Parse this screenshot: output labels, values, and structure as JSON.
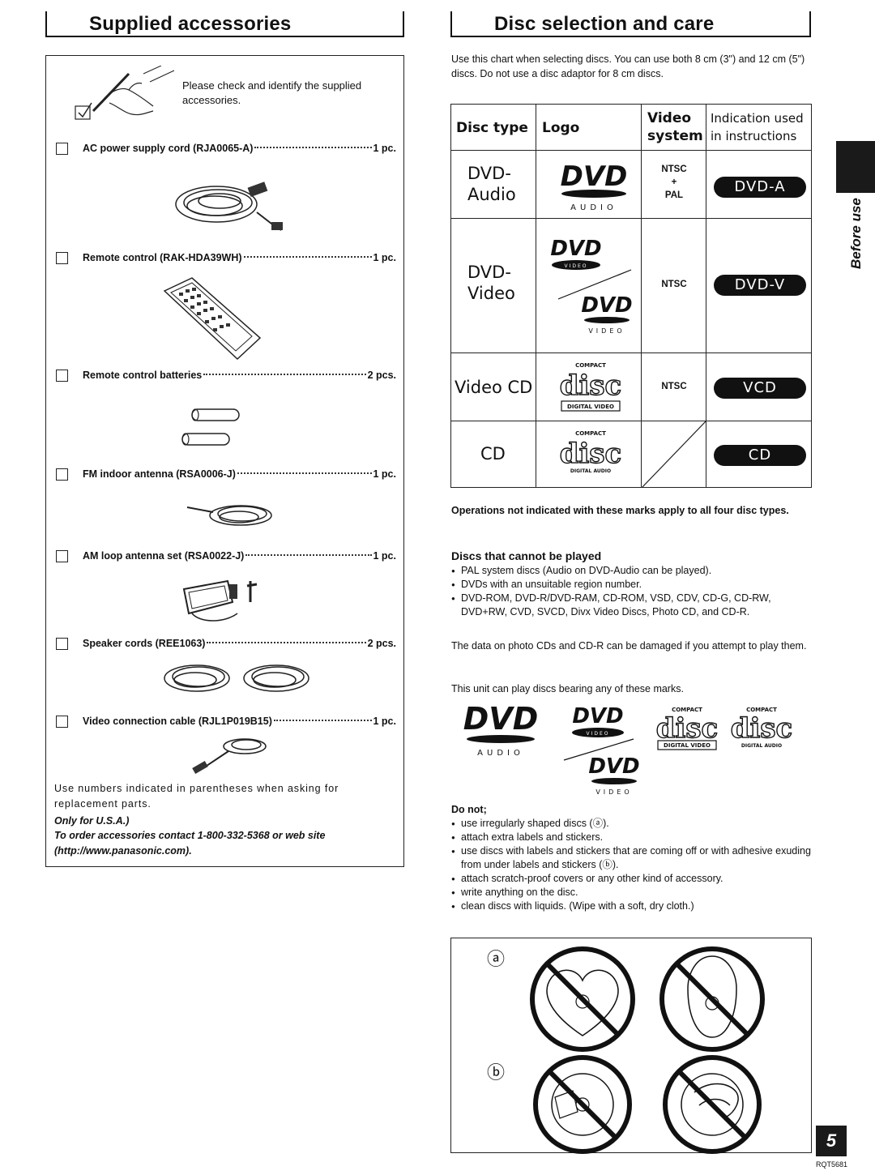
{
  "left": {
    "title": "Supplied accessories",
    "check_text": "Please check and identify the supplied accessories.",
    "items": [
      {
        "label": "AC power supply cord (RJA0065-A)",
        "qty": "1 pc."
      },
      {
        "label": "Remote control (RAK-HDA39WH)",
        "qty": "1 pc."
      },
      {
        "label": "Remote control batteries",
        "qty": "2 pcs."
      },
      {
        "label": "FM indoor antenna (RSA0006-J)",
        "qty": "1 pc."
      },
      {
        "label": "AM loop antenna set (RSA0022-J)",
        "qty": "1 pc."
      },
      {
        "label": "Speaker cords (REE1063)",
        "qty": "2 pcs."
      },
      {
        "label": "Video connection cable (RJL1P019B15)",
        "qty": "1 pc."
      }
    ],
    "note_numbers": "Use numbers indicated in parentheses when asking for replacement parts.",
    "note_usa": "Only for U.S.A.)",
    "note_order": "To order accessories contact 1-800-332-5368 or web site (http://www.panasonic.com)."
  },
  "right": {
    "title": "Disc selection and care",
    "intro": "Use this chart when selecting discs. You can use both 8 cm (3\") and 12 cm (5\") discs. Do not use a disc adaptor for 8 cm discs.",
    "table": {
      "headers": {
        "type": "Disc type",
        "logo": "Logo",
        "system": "Video system",
        "indication": "Indication used in instructions"
      },
      "rows": [
        {
          "type": "DVD- Audio",
          "system_a": "NTSC",
          "system_plus": "+",
          "system_b": "PAL",
          "badge": "DVD-A"
        },
        {
          "type": "DVD- Video",
          "system_a": "NTSC",
          "badge": "DVD-V"
        },
        {
          "type": "Video CD",
          "system_a": "NTSC",
          "badge": "VCD"
        },
        {
          "type": "CD",
          "badge": "CD"
        }
      ],
      "logo_text": {
        "dvd": "DVD",
        "audio": "AUDIO",
        "video_band": "VIDEO",
        "video": "VIDEO",
        "compact": "COMPACT",
        "disc": "disc",
        "digital_video": "DIGITAL VIDEO",
        "digital_audio": "DIGITAL AUDIO"
      }
    },
    "ops_note": "Operations not indicated with these marks apply to all four disc types.",
    "cannot_title": "Discs that cannot be played",
    "cannot_items": [
      "PAL system discs (Audio on DVD-Audio can be played).",
      "DVDs with an unsuitable region number.",
      "DVD-ROM, DVD-R/DVD-RAM, CD-ROM, VSD, CDV, CD-G, CD-RW, DVD+RW, CVD, SVCD, Divx Video Discs, Photo CD, and CD-R."
    ],
    "photo_note": "The data on photo CDs and CD-R can be damaged if you attempt to play them.",
    "marks_note": "This unit can play discs bearing any of these marks.",
    "do_not_title": "Do not;",
    "do_not_items": [
      "use irregularly shaped discs (ⓐ).",
      "attach extra labels and stickers.",
      "use discs with labels and stickers that are coming off or with adhesive exuding from under labels and stickers (ⓑ).",
      "attach scratch-proof covers or any other kind of accessory.",
      "write anything on the disc.",
      "clean discs with liquids. (Wipe with a soft, dry cloth.)"
    ],
    "label_a": "ⓐ",
    "label_b": "ⓑ"
  },
  "side_label": "Before use",
  "page_number": "5",
  "doc_code": "RQT5681"
}
